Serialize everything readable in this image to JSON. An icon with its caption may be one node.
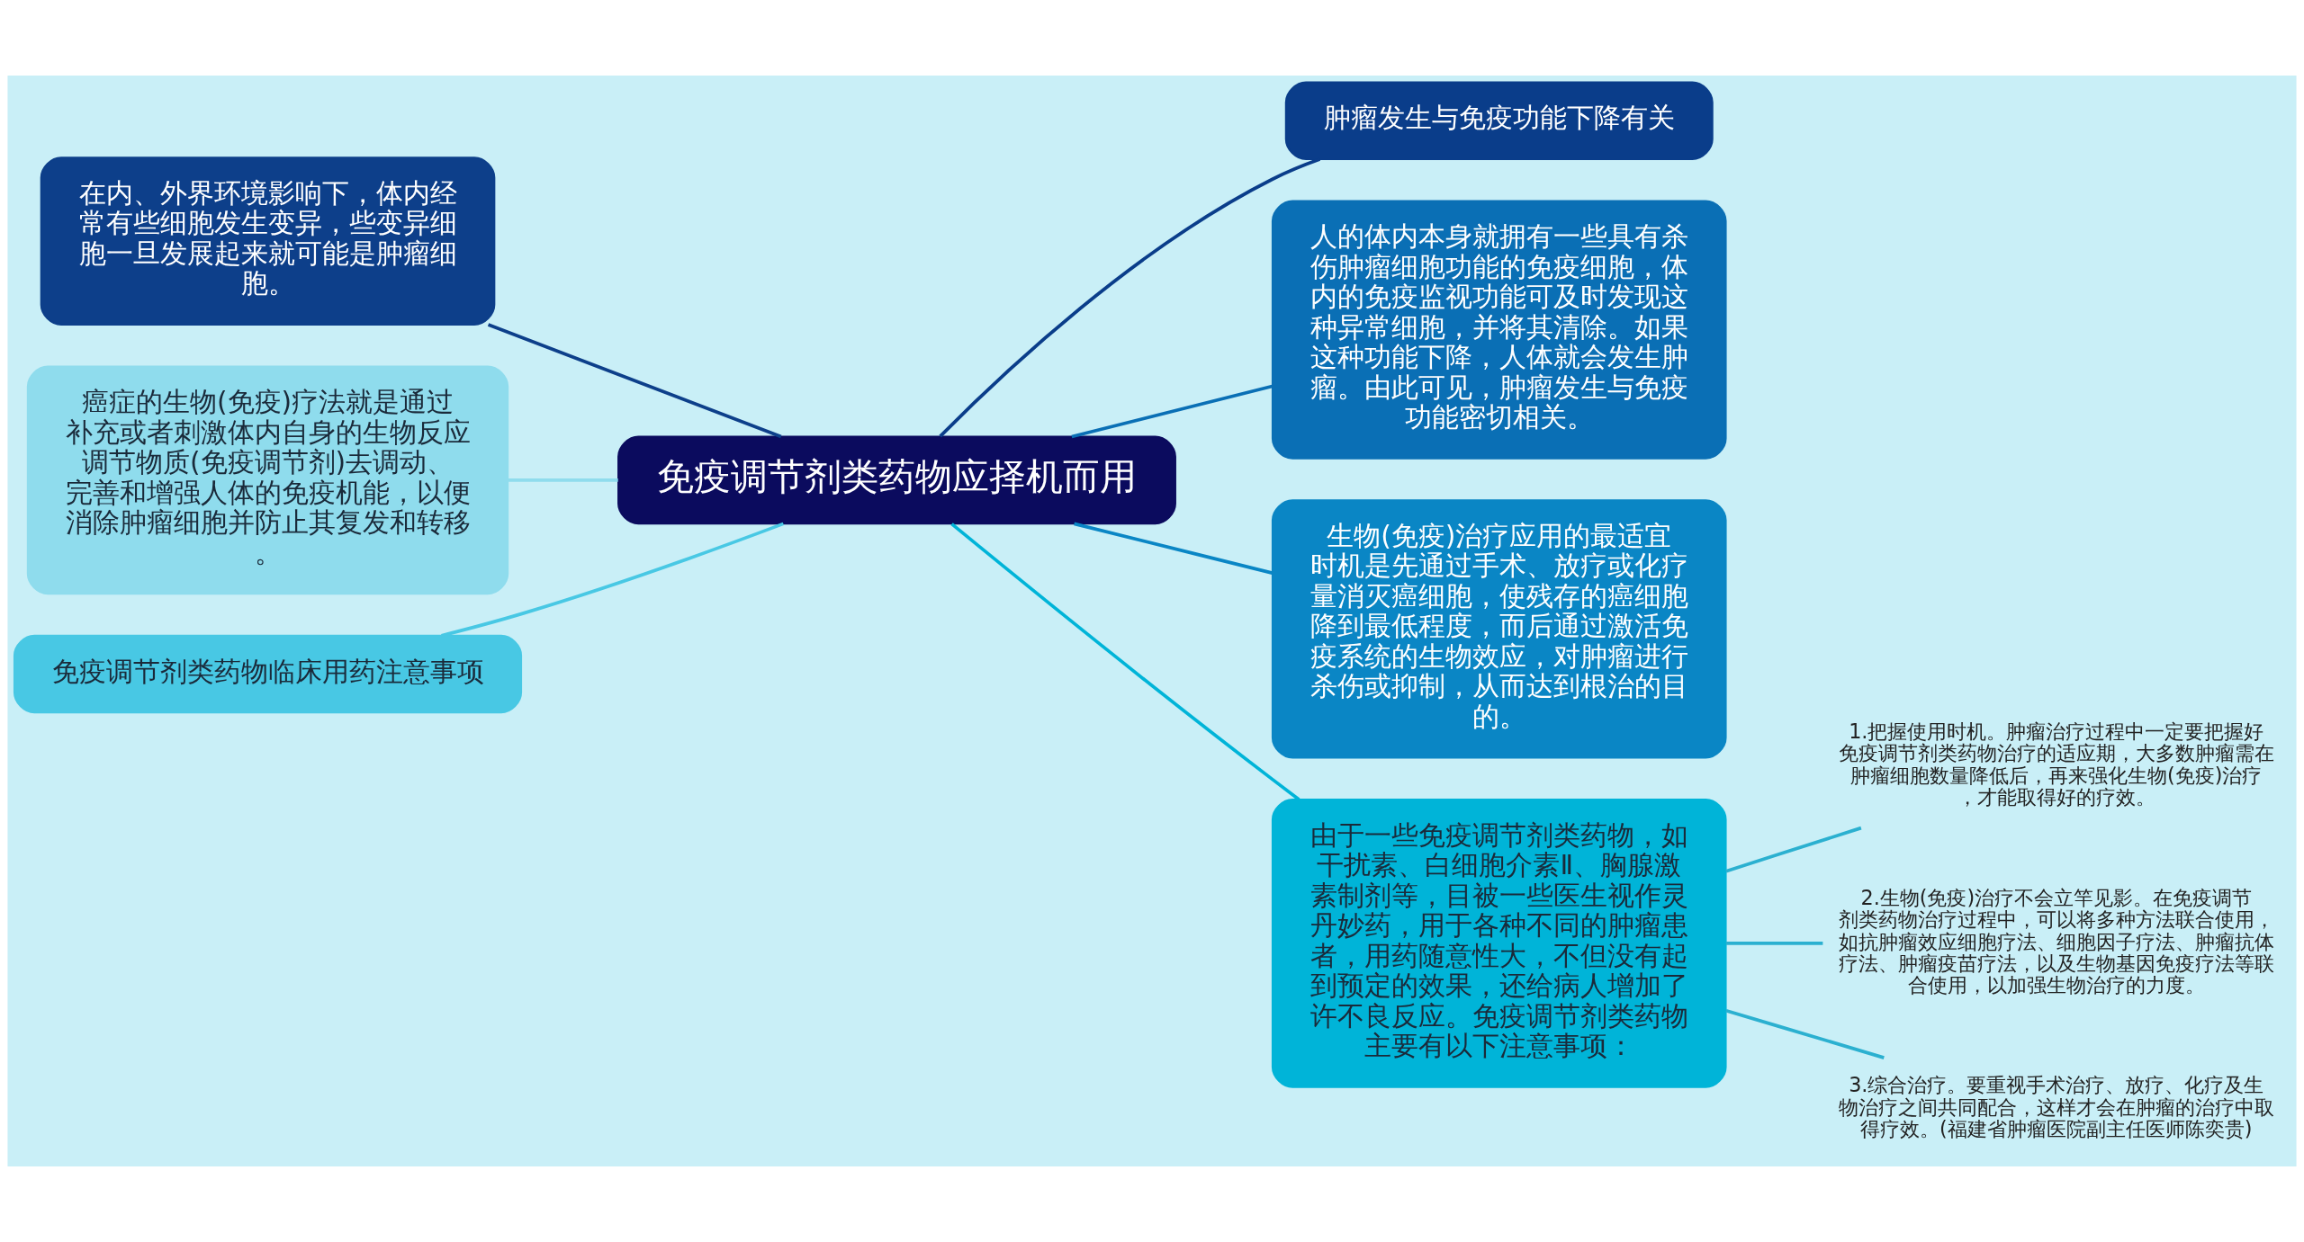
{
  "diagram": {
    "nodes": [
      {
        "text": [
          "免疫调节剂类药物应择机而用"
        ]
      },
      {
        "text": [
          "在内、外界环境影响下，体内经常有些细胞发生变异，些变异细胞一旦发展起来就可能是肿瘤细胞。"
        ]
      },
      {
        "text": [
          "癌症的生物(免疫)疗法就是通过补充或者刺激体内自身的生物反应调节物质(免疫调节剂)去调动、完善和增强人体的免疫机能，以便消除肿瘤细胞并防止其复发和转移。"
        ]
      },
      {
        "text": [
          "免疫调节剂类药物临床用药注意事项"
        ]
      },
      {
        "text": [
          "肿瘤发生与免疫功能下降有关"
        ]
      },
      {
        "text": [
          "人的体内本身就拥有一些具有杀伤肿瘤细胞功能的免疫细胞，体内的免疫监视功能可及时发现这种异常细胞，并将其清除。如果这种功能下降，人体就会发生肿瘤。由此可见，肿瘤发生与免疫功能密切相关。"
        ]
      },
      {
        "text": [
          "生物(免疫)治疗应用的最适宜时机是先通过手术、放疗或化疗量消灭癌细胞，使残存的癌细胞降到最低程度，而后通过激活免疫系统的生物效应，对肿瘤进行杀伤或抑制，从而达到根治的目的。"
        ]
      },
      {
        "text": [
          "由于一些免疫调节剂类药物，如干扰素、白细胞介素Ⅱ、胸腺激素制剂等，目被一些医生视作灵丹妙药，用于各种不同的肿瘤患者，用药随意性大，不但没有起到预定的效果，还给病人增加了许不良反应。免疫调节剂类药物主要有以下注意事项："
        ]
      },
      {
        "text": [
          "1.把握使用时机。肿瘤治疗过程中一定要把握好免疫调节剂类药物治疗的适应期，大多数肿瘤需在肿瘤细胞数量降低后，再来强化生物(免疫)治疗，才能取得好的疗效。"
        ]
      },
      {
        "text": [
          "2.生物(免疫)治疗不会立竿见影。在免疫调节剂类药物治疗过程中，可以将多种方法联合使用，如抗肿瘤效应细胞疗法、细胞因子疗法、肿瘤抗体疗法、肿瘤疫苗疗法，以及生物基因免疫疗法等联合使用，以加强生物治疗的力度。"
        ]
      },
      {
        "text": [
          "3.综合治疗。要重视手术治疗、放疗、化疗及生物治疗之间共同配合，这样才会在肿瘤的治疗中取得疗效。(福建省肿瘤医院副主任医师陈奕贵)"
        ]
      }
    ],
    "edges": [
      {
        "from": 0,
        "to": 1,
        "arrow": "none",
        "color": "#0d3f8a"
      },
      {
        "from": 0,
        "to": 2,
        "arrow": "none",
        "color": "#8fdced"
      },
      {
        "from": 0,
        "to": 3,
        "arrow": "none",
        "color": "#48c8e4"
      },
      {
        "from": 0,
        "to": 4,
        "arrow": "none",
        "color": "#0a3d8a"
      },
      {
        "from": 0,
        "to": 5,
        "arrow": "none",
        "color": "#0a6fb5"
      },
      {
        "from": 0,
        "to": 6,
        "arrow": "none",
        "color": "#0a86c5"
      },
      {
        "from": 0,
        "to": 7,
        "arrow": "none",
        "color": "#00b4d8"
      },
      {
        "from": 7,
        "to": 8,
        "arrow": "none",
        "color": "#2bb0d0"
      },
      {
        "from": 7,
        "to": 9,
        "arrow": "none",
        "color": "#2bb0d0"
      },
      {
        "from": 7,
        "to": 10,
        "arrow": "none",
        "color": "#2bb0d0"
      }
    ]
  }
}
